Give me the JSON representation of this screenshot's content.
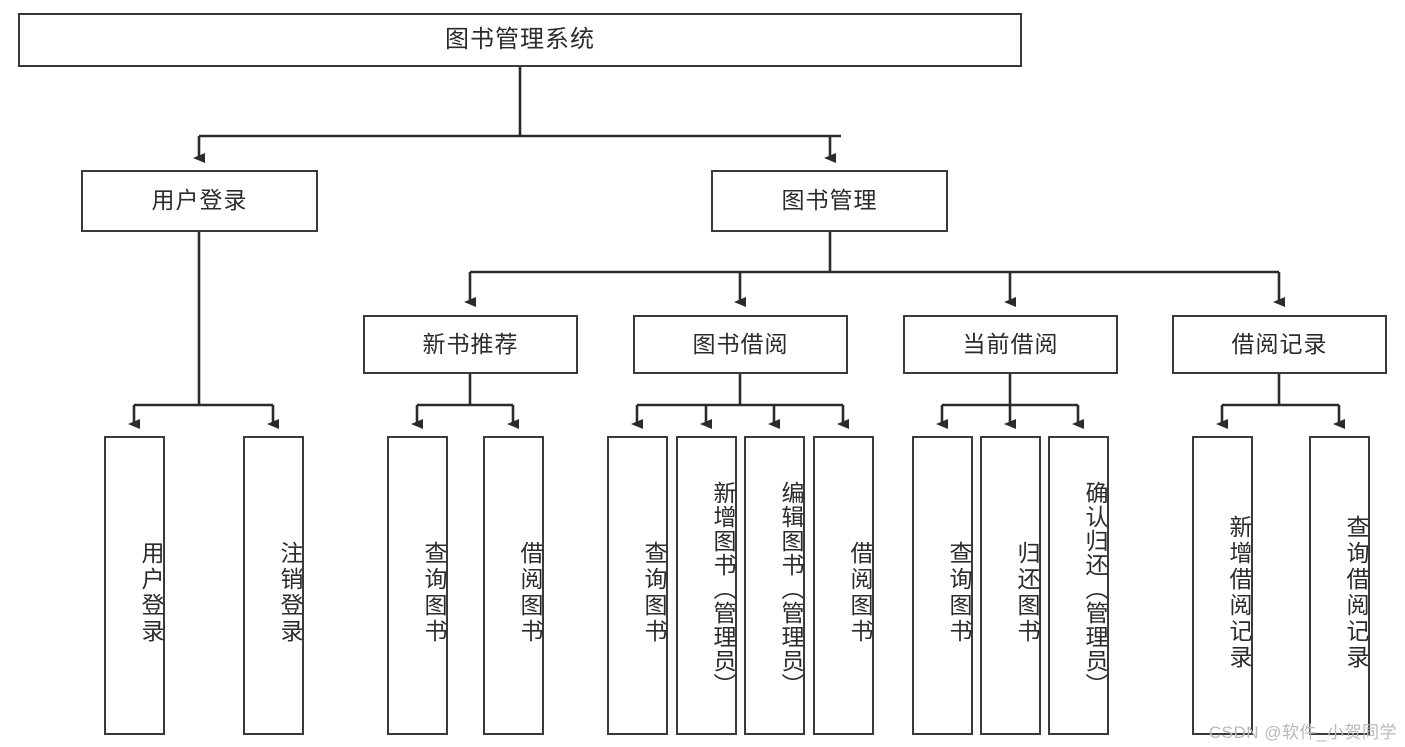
{
  "diagram": {
    "title": "图书管理系统",
    "type": "tree",
    "watermark": "CSDN @软件_小贺同学",
    "colors": {
      "box_border": "#3a3a3a",
      "box_fill": "#ffffff",
      "edge": "#2b2b2b",
      "text": "#2b2b2b",
      "watermark": "#b9b9b9"
    },
    "levels": {
      "root": {
        "label": "图书管理系统"
      },
      "level2": [
        {
          "label": "用户登录"
        },
        {
          "label": "图书管理"
        }
      ],
      "level3": [
        {
          "label": "新书推荐"
        },
        {
          "label": "图书借阅"
        },
        {
          "label": "当前借阅"
        },
        {
          "label": "借阅记录"
        }
      ],
      "leaves": {
        "user_login": [
          {
            "label": "用户登录"
          },
          {
            "label": "注销登录"
          }
        ],
        "new_book_recommend": [
          {
            "label": "查询图书"
          },
          {
            "label": "借阅图书"
          }
        ],
        "book_borrow": [
          {
            "label": "查询图书"
          },
          {
            "label": "新增图书（管理员）"
          },
          {
            "label": "编辑图书（管理员）"
          },
          {
            "label": "借阅图书"
          }
        ],
        "current_borrow": [
          {
            "label": "查询图书"
          },
          {
            "label": "归还图书"
          },
          {
            "label": "确认归还（管理员）"
          }
        ],
        "borrow_record": [
          {
            "label": "新增借阅记录"
          },
          {
            "label": "查询借阅记录"
          }
        ]
      }
    }
  }
}
